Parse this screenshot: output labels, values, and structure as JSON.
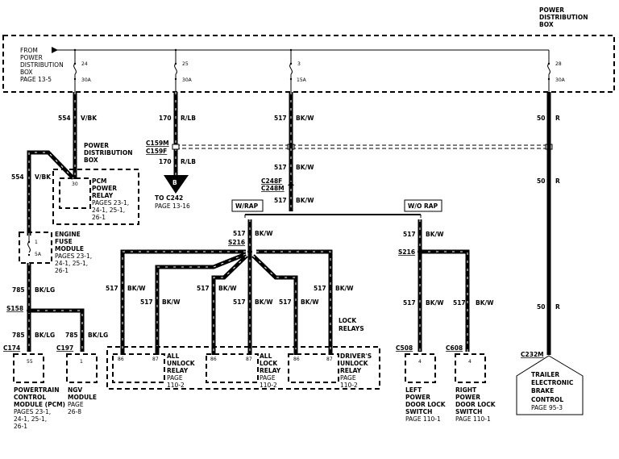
{
  "power_distribution_box": {
    "title_lines": [
      "POWER",
      "DISTRIBUTION",
      "BOX"
    ],
    "from_label_lines": [
      "FROM",
      "POWER",
      "DISTRIBUTION",
      "BOX",
      "PAGE 13-5"
    ],
    "fuses": [
      {
        "number": "24",
        "rating": "30A"
      },
      {
        "number": "25",
        "rating": "30A"
      },
      {
        "number": "3",
        "rating": "15A"
      },
      {
        "number": "28",
        "rating": "30A"
      }
    ]
  },
  "wires": {
    "w554": {
      "circuit": "554",
      "color": "V/BK"
    },
    "w170": {
      "circuit": "170",
      "color": "R/LB"
    },
    "w517": {
      "circuit": "517",
      "color": "BK/W"
    },
    "w50": {
      "circuit": "50",
      "color": "R"
    },
    "w785": {
      "circuit": "785",
      "color": "BK/LG"
    }
  },
  "connectors": {
    "c159m": "C159M",
    "c159f": "C159F",
    "c248f": "C248F",
    "c248m": "C248M",
    "c232m": "C232M",
    "c174": "C174",
    "c197": "C197",
    "c508": "C508",
    "c608": "C608"
  },
  "splices": {
    "s158": "S158",
    "s216_a": "S216",
    "s216_b": "S216"
  },
  "pdb_label": {
    "lines": [
      "POWER",
      "DISTRIBUTION",
      "BOX"
    ]
  },
  "pcm_power_relay": {
    "pin": "30",
    "name_lines": [
      "PCM",
      "POWER",
      "RELAY"
    ],
    "page_lines": [
      "PAGES 23-1,",
      "24-1, 25-1,",
      "26-1"
    ]
  },
  "off_page": {
    "marker": "B",
    "to_label": "TO C242",
    "page": "PAGE 13-16"
  },
  "options": {
    "with_rap": "W/RAP",
    "without_rap": "W/O RAP"
  },
  "engine_fuse_module": {
    "fuse_number": "1",
    "fuse_rating": "5A",
    "name_lines": [
      "ENGINE",
      "FUSE",
      "MODULE"
    ],
    "page_lines": [
      "PAGES 23-1,",
      "24-1, 25-1,",
      "26-1"
    ]
  },
  "pcm": {
    "pin": "55",
    "name_lines": [
      "POWERTRAIN",
      "CONTROL",
      "MODULE (PCM)"
    ],
    "page_lines": [
      "PAGES 23-1,",
      "24-1, 25-1,",
      "26-1"
    ]
  },
  "ngv_module": {
    "pin": "1",
    "name_lines": [
      "NGV",
      "MODULE"
    ],
    "page_lines": [
      "PAGE",
      "26-8"
    ]
  },
  "lock_relays": {
    "group_label_lines": [
      "LOCK",
      "RELAYS"
    ],
    "relays": [
      {
        "pin_a": "86",
        "pin_b": "87",
        "name_lines": [
          "ALL",
          "UNLOCK",
          "RELAY"
        ],
        "page_lines": [
          "PAGE",
          "110-2"
        ]
      },
      {
        "pin_a": "86",
        "pin_b": "87",
        "name_lines": [
          "ALL",
          "LOCK",
          "RELAY"
        ],
        "page_lines": [
          "PAGE",
          "110-2"
        ]
      },
      {
        "pin_a": "86",
        "pin_b": "87",
        "name_lines": [
          "DRIVER'S",
          "UNLOCK",
          "RELAY"
        ],
        "page_lines": [
          "PAGE",
          "110-2"
        ]
      }
    ]
  },
  "left_switch": {
    "pin": "4",
    "name_lines": [
      "LEFT",
      "POWER",
      "DOOR LOCK",
      "SWITCH"
    ],
    "page": "PAGE 110-1"
  },
  "right_switch": {
    "pin": "4",
    "name_lines": [
      "RIGHT",
      "POWER",
      "DOOR LOCK",
      "SWITCH"
    ],
    "page": "PAGE 110-1"
  },
  "trailer_brake": {
    "name_lines": [
      "TRAILER",
      "ELECTRONIC",
      "BRAKE",
      "CONTROL"
    ],
    "page": "PAGE 95-3"
  }
}
